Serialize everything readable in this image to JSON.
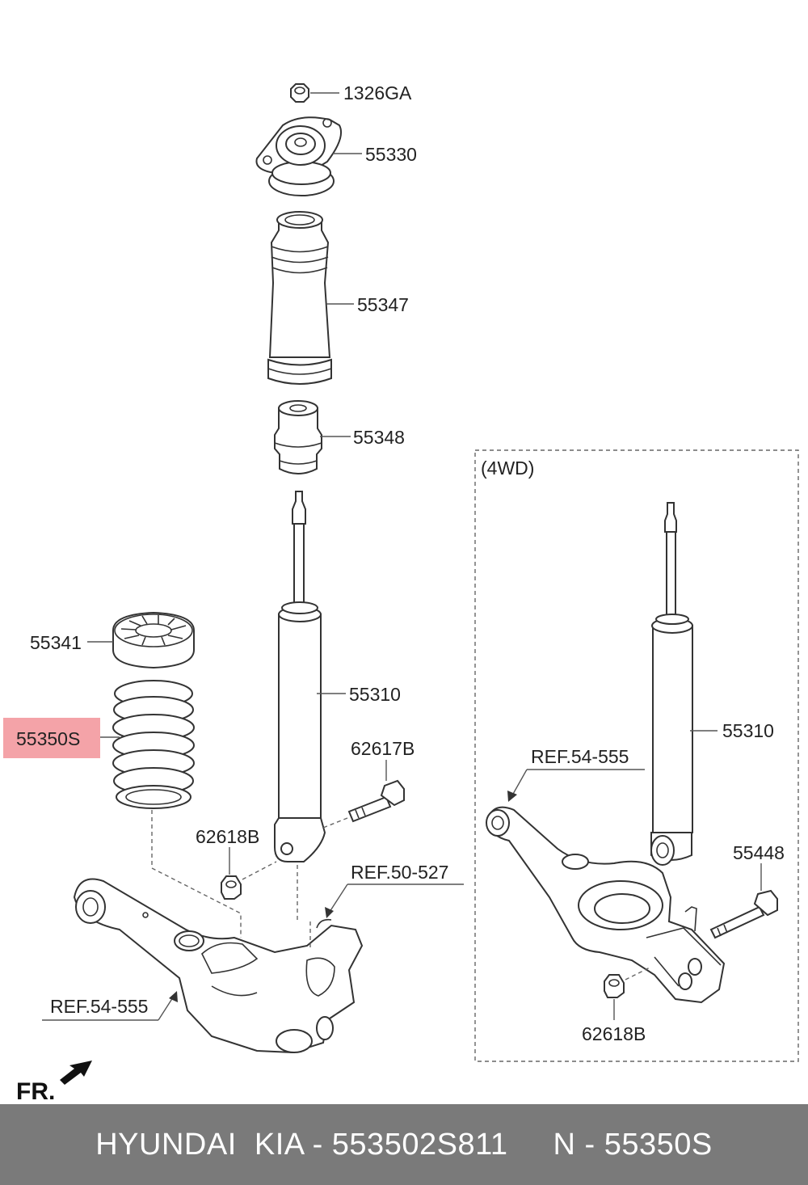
{
  "diagram": {
    "labels": {
      "nut_1326ga": "1326GA",
      "mount_55330": "55330",
      "dust_cover_55347": "55347",
      "bump_stopper_55348": "55348",
      "spring_pad_55341": "55341",
      "spring_55350s": "55350S",
      "shock_55310": "55310",
      "bolt_62617b": "62617B",
      "nut_62618b": "62618B",
      "ref_50_527": "REF.50-527",
      "ref_54_555": "REF.54-555",
      "fr": "FR.",
      "inset_title": "(4WD)",
      "inset_shock_55310": "55310",
      "inset_ref_54_555": "REF.54-555",
      "inset_bolt_55448": "55448",
      "inset_nut_62618b": "62618B"
    },
    "highlight_color": "#f4a3a8"
  },
  "footer": {
    "brand": "HYUNDAI  KIA - 553502S811",
    "code": "N - 55350S"
  }
}
